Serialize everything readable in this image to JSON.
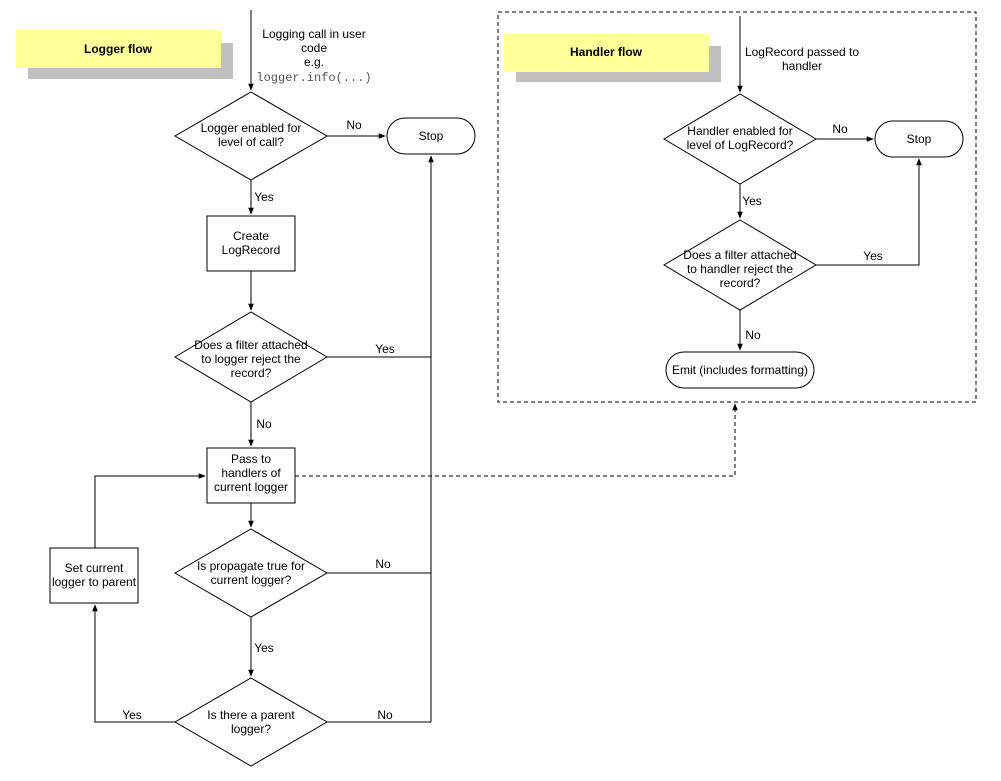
{
  "logger_flow": {
    "title": "Logger flow",
    "entry": {
      "line1": "Logging call in user",
      "line2": "code",
      "line3": "e.g.",
      "code": "logger.info(...)"
    },
    "decision_enabled": {
      "line1": "Logger enabled for",
      "line2": "level of call?"
    },
    "stop": "Stop",
    "create_record": {
      "line1": "Create",
      "line2": "LogRecord"
    },
    "decision_filter": {
      "line1": "Does a filter attached",
      "line2": "to logger reject the",
      "line3": "record?"
    },
    "pass_to_handlers": {
      "line1": "Pass to",
      "line2": "handlers of",
      "line3": "current logger"
    },
    "decision_propagate": {
      "line1": "Is propagate true for",
      "line2": "current logger?"
    },
    "decision_parent": {
      "line1": "Is there a parent",
      "line2": "logger?"
    },
    "set_parent": {
      "line1": "Set current",
      "line2": "logger to parent"
    }
  },
  "handler_flow": {
    "title": "Handler flow",
    "entry": {
      "line1": "LogRecord passed to",
      "line2": "handler"
    },
    "decision_enabled": {
      "line1": "Handler enabled for",
      "line2": "level of LogRecord?"
    },
    "stop": "Stop",
    "decision_filter": {
      "line1": "Does a filter attached",
      "line2": "to handler reject the",
      "line3": "record?"
    },
    "emit": "Emit (includes formatting)"
  },
  "labels": {
    "yes": "Yes",
    "no": "No"
  }
}
